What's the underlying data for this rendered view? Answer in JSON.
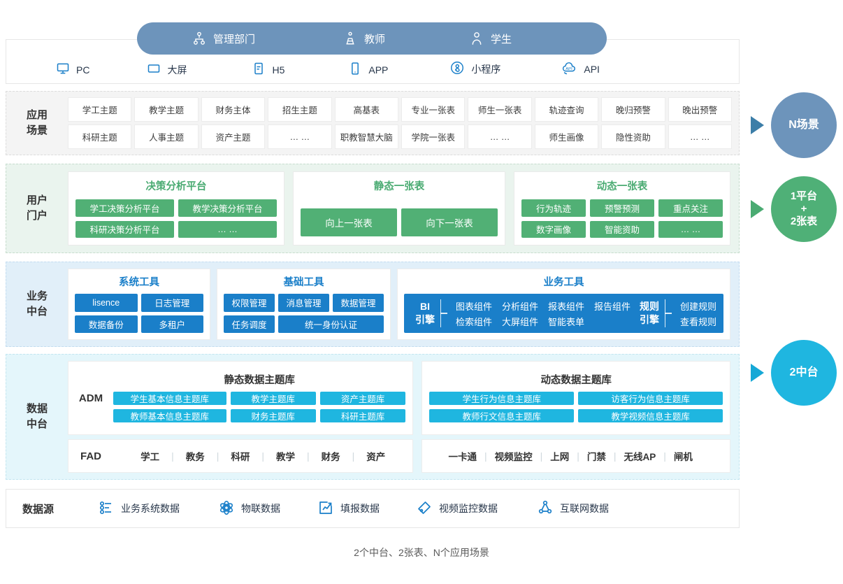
{
  "users": {
    "items": [
      {
        "label": "管理部门",
        "icon": "org-chart-icon"
      },
      {
        "label": "教师",
        "icon": "teacher-icon"
      },
      {
        "label": "学生",
        "icon": "student-icon"
      }
    ]
  },
  "channels": {
    "items": [
      {
        "label": "PC",
        "icon": "monitor-icon"
      },
      {
        "label": "大屏",
        "icon": "big-screen-icon"
      },
      {
        "label": "H5",
        "icon": "h5-icon"
      },
      {
        "label": "APP",
        "icon": "mobile-app-icon"
      },
      {
        "label": "小程序",
        "icon": "mini-program-icon"
      },
      {
        "label": "API",
        "icon": "api-cloud-icon"
      }
    ]
  },
  "scenarios": {
    "label_line1": "应用",
    "label_line2": "场景",
    "row1": [
      "学工主题",
      "教学主题",
      "财务主体",
      "招生主题",
      "高基表",
      "专业一张表",
      "师生一张表",
      "轨迹查询",
      "晚归预警",
      "晚出预警"
    ],
    "row2": [
      "科研主题",
      "人事主题",
      "资产主题",
      "… …",
      "职教智慧大脑",
      "学院一张表",
      "… …",
      "师生画像",
      "隐性资助",
      "… …"
    ]
  },
  "portal": {
    "label_line1": "用户",
    "label_line2": "门户",
    "cards": [
      {
        "title": "决策分析平台",
        "items": [
          "学工决策分析平台",
          "教学决策分析平台",
          "科研决策分析平台",
          "… …"
        ]
      },
      {
        "title": "静态一张表",
        "items": [
          "向上一张表",
          "向下一张表"
        ]
      },
      {
        "title": "动态一张表",
        "items": [
          "行为轨迹",
          "预警预测",
          "重点关注",
          "数字画像",
          "智能资助",
          "… …"
        ]
      }
    ]
  },
  "business": {
    "label_line1": "业务",
    "label_line2": "中台",
    "system_tools": {
      "title": "系统工具",
      "items": [
        "lisence",
        "日志管理",
        "数据备份",
        "多租户"
      ]
    },
    "basic_tools": {
      "title": "基础工具",
      "items": [
        "权限管理",
        "消息管理",
        "数据管理",
        "任务调度",
        "统一身份认证"
      ]
    },
    "biz_tools": {
      "title": "业务工具",
      "bi_engine_line1": "BI",
      "bi_engine_line2": "引擎",
      "components": [
        "图表组件",
        "分析组件",
        "报表组件",
        "报告组件",
        "检索组件",
        "大屏组件",
        "智能表单"
      ],
      "rule_engine_line1": "规则",
      "rule_engine_line2": "引擎",
      "rules": [
        "创建规则",
        "查看规则"
      ]
    }
  },
  "data_platform": {
    "label_line1": "数据",
    "label_line2": "中台",
    "adm_tag": "ADM",
    "fad_tag": "FAD",
    "static_db": {
      "title": "静态数据主题库",
      "items": [
        "学生基本信息主题库",
        "教学主题库",
        "资产主题库",
        "教师基本信息主题库",
        "财务主题库",
        "科研主题库"
      ]
    },
    "dynamic_db": {
      "title": "动态数据主题库",
      "items": [
        "学生行为信息主题库",
        "访客行为信息主题库",
        "教师行文信息主题库",
        "教学视频信息主题库"
      ]
    },
    "fad_static": [
      "学工",
      "教务",
      "科研",
      "教学",
      "财务",
      "资产"
    ],
    "fad_dynamic": [
      "一卡通",
      "视频监控",
      "上网",
      "门禁",
      "无线AP",
      "闸机"
    ]
  },
  "sources": {
    "title": "数据源",
    "items": [
      {
        "label": "业务系统数据",
        "icon": "list-settings-icon"
      },
      {
        "label": "物联数据",
        "icon": "iot-atom-icon"
      },
      {
        "label": "填报数据",
        "icon": "form-chart-icon"
      },
      {
        "label": "视频监控数据",
        "icon": "video-camera-icon"
      },
      {
        "label": "互联网数据",
        "icon": "internet-node-icon"
      }
    ]
  },
  "badges": [
    {
      "name": "N场景",
      "lines": [
        "N场景"
      ],
      "color": "#6d94bb"
    },
    {
      "name": "1平台+2张表",
      "lines": [
        "1平台",
        "+",
        "2张表"
      ],
      "color": "#4fb077"
    },
    {
      "name": "2中台",
      "lines": [
        "2中台"
      ],
      "color": "#1fb6e0"
    }
  ],
  "caption": "2个中台、2张表、N个应用场景",
  "colors": {
    "user_blue": "#6d94bb",
    "green": "#51b075",
    "blue": "#1a7fc9",
    "cyan": "#1fb6e0",
    "scenario_bg": "#f4f4f4",
    "portal_bg": "#eaf4ee",
    "business_bg": "#e1eff9",
    "data_bg": "#e4f6fb"
  }
}
